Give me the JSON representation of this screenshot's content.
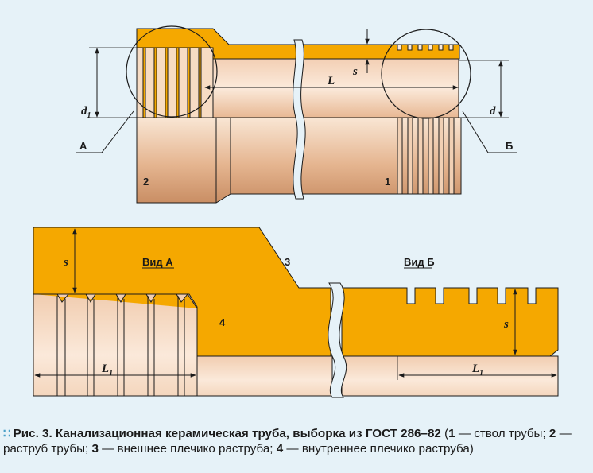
{
  "labels": {
    "A": "А",
    "B": "Б",
    "n1": "1",
    "n2": "2",
    "n3": "3",
    "n4": "4",
    "L": "L",
    "s": "s",
    "d1_main": "d",
    "d1_sub": "1",
    "d": "d",
    "L1_main": "L",
    "L1_sub": "1",
    "view_a": "Вид А",
    "view_b": "Вид Б"
  },
  "caption": {
    "fig": "Рис. 3. Канализационная керамическая труба, выборка из ГОСТ 286–82",
    "open": " (",
    "k1": "1",
    "t1": " — ствол трубы; ",
    "k2": "2",
    "t2": " — раструб трубы; ",
    "k3": "3",
    "t3": " — внешнее плечико раструба; ",
    "k4": "4",
    "t4": " — внутреннее плечико раструба)"
  },
  "colors": {
    "background": "#e6f2f8",
    "orange": "#f5a800",
    "pipe_light": "#f7e1cc",
    "pipe_dark": "#cf9a70",
    "outline": "#1a1a1a",
    "bullet": "#4aa0c8"
  }
}
